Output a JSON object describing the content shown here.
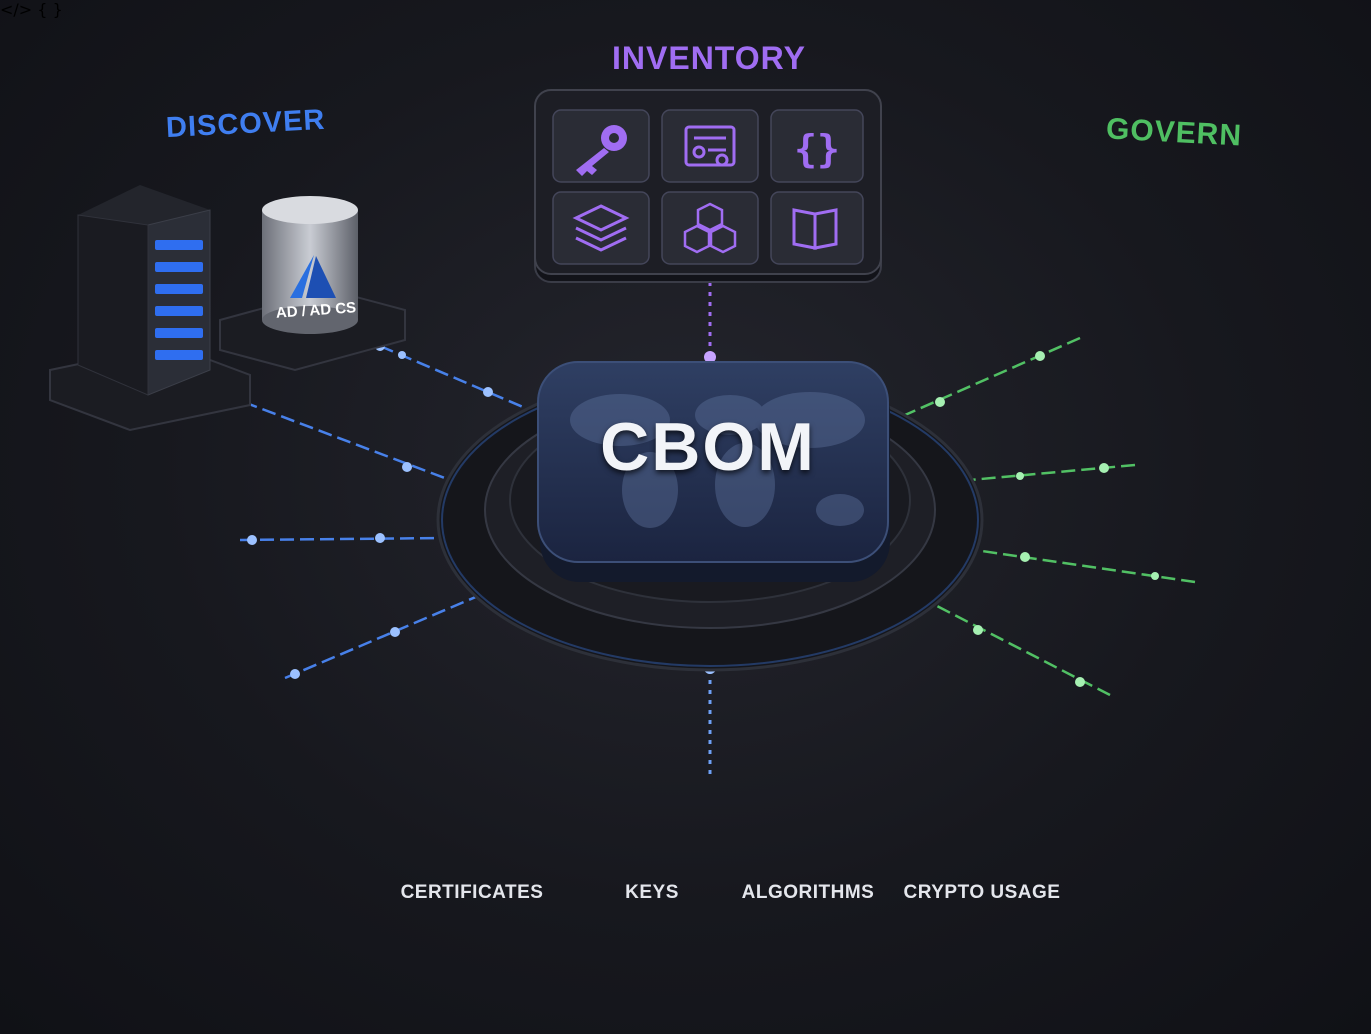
{
  "sections": {
    "discover": "DISCOVER",
    "inventory": "INVENTORY",
    "govern": "GOVERN"
  },
  "hub": {
    "label": "CBOM"
  },
  "discover_items": {
    "ad_cs_label": "AD / AD CS"
  },
  "categories": [
    {
      "label": "CERTIFICATES",
      "icon": "padlock-icon"
    },
    {
      "label": "KEYS",
      "icon": "key-icon"
    },
    {
      "label": "ALGORITHMS",
      "icon": "curly-braces-icon"
    },
    {
      "label": "CRYPTO USAGE",
      "icon": "database-icon"
    }
  ],
  "inventory_icons": [
    "key-icon",
    "certificate-icon",
    "curly-braces-icon",
    "layers-icon",
    "cubes-icon",
    "book-icon"
  ],
  "govern_icons": [
    "shield-check-icon",
    "gauge-icon",
    "checklist-icon",
    "padlock-icon"
  ],
  "colors": {
    "discover": "#3f7ef0",
    "inventory": "#a06df2",
    "govern": "#4fbf62"
  }
}
